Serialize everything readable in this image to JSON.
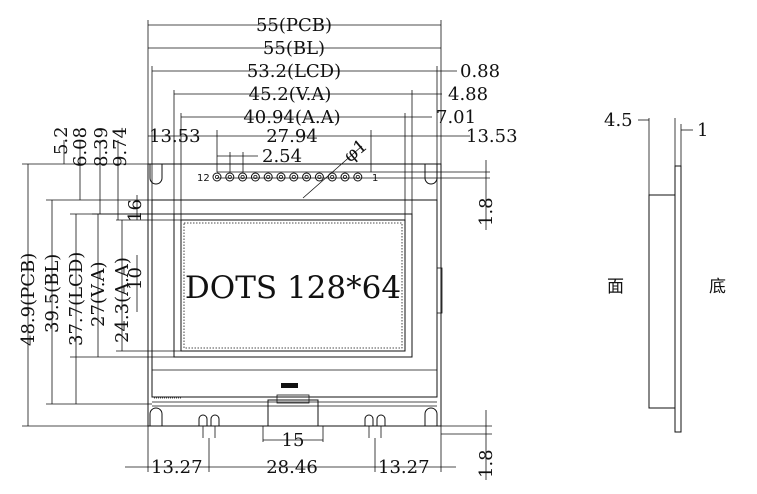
{
  "top_dims": {
    "pcb": "55(PCB)",
    "bl": "55(BL)",
    "lcd": "53.2(LCD)",
    "lcd_offset": "0.88",
    "va": "45.2(V.A)",
    "va_offset": "4.88",
    "aa": "40.94(A.A)",
    "aa_offset": "7.01",
    "left_pin_offset": "13.53",
    "pin_span": "27.94",
    "right_pin_offset": "13.53",
    "pin_pitch": "2.54",
    "hole_dia": "φ1"
  },
  "pins": {
    "first": "12",
    "last": "1"
  },
  "left_dims": {
    "d1": "5.2",
    "d2": "6.08",
    "d3": "8.39",
    "d4": "9.74",
    "pcb_h": "48.9(PCB)",
    "bl_h": "39.5(BL)",
    "lcd_h": "37.7(LCD)",
    "va_h": "27(V.A)",
    "aa_h": "24.3(A.A)",
    "d16": "16",
    "d10": "10"
  },
  "right_dims": {
    "top_gap": "1.8",
    "bottom_gap": "1.8"
  },
  "display_text": "DOTS 128*64",
  "bottom_dims": {
    "left": "13.27",
    "center": "28.46",
    "right": "13.27",
    "conn_width": "15"
  },
  "side_view": {
    "thickness": "4.5",
    "pcb": "1",
    "front_label": "面",
    "back_label": "底"
  }
}
